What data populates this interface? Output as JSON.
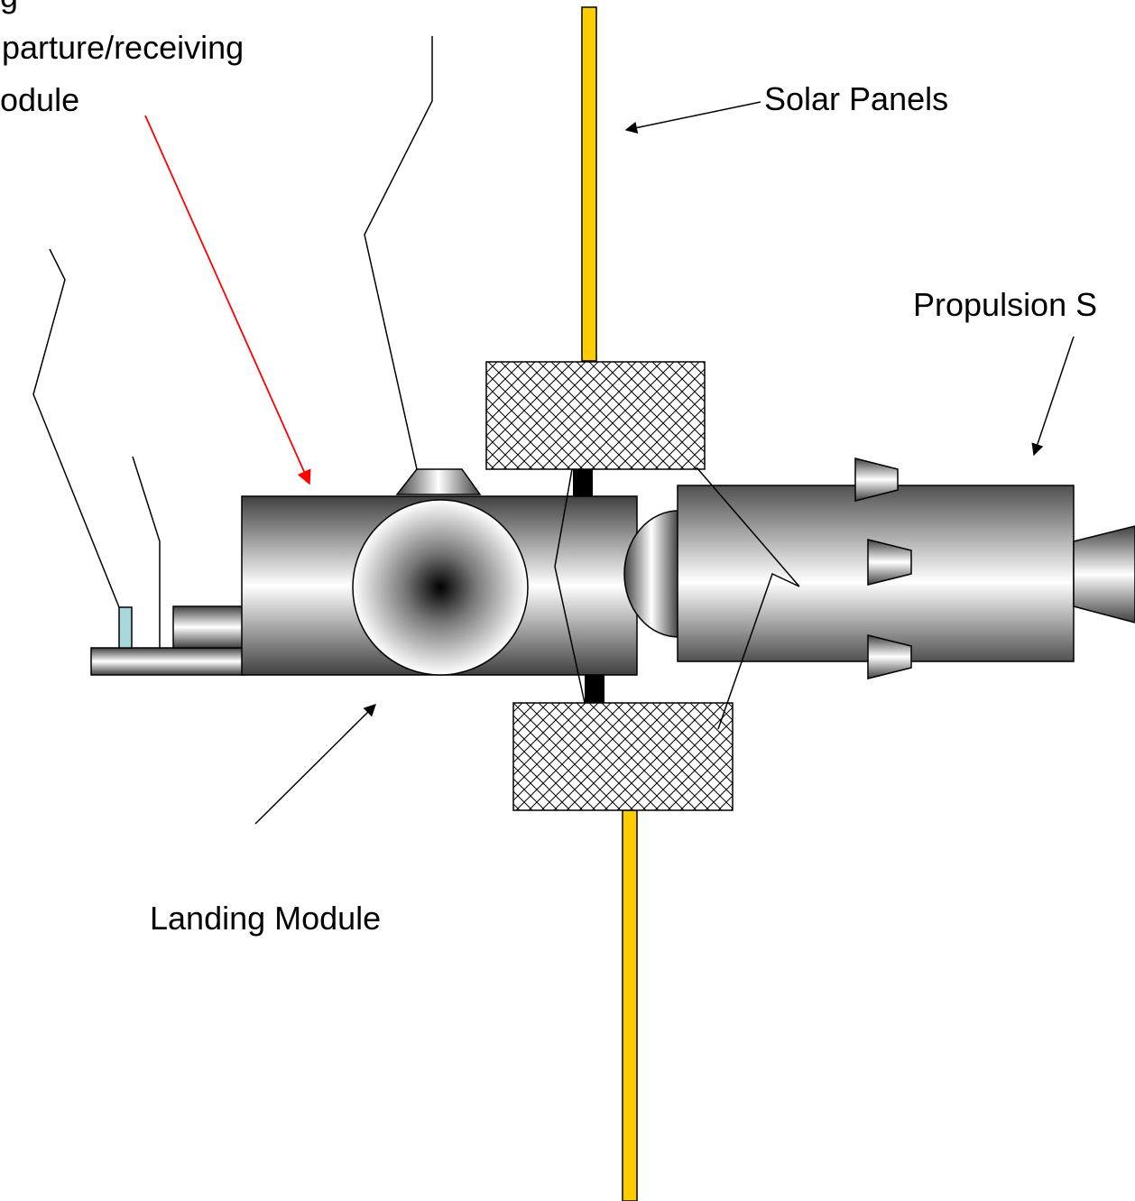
{
  "labels": {
    "top_cut": "g",
    "departure_line1": "parture/receiving",
    "departure_line2": "odule",
    "solar_panels": "Solar Panels",
    "propulsion": "Propulsion S",
    "landing": "Landing Module"
  },
  "colors": {
    "background": "#ffffff",
    "solar_panel": "#ffcc00",
    "arrow_red": "#ff0000",
    "antenna": "#a8d8dc",
    "mesh_fill": "#ffffff",
    "mesh_line": "#000000",
    "metal_light": "#ffffff",
    "metal_dark": "#404040",
    "joint": "#000000"
  }
}
